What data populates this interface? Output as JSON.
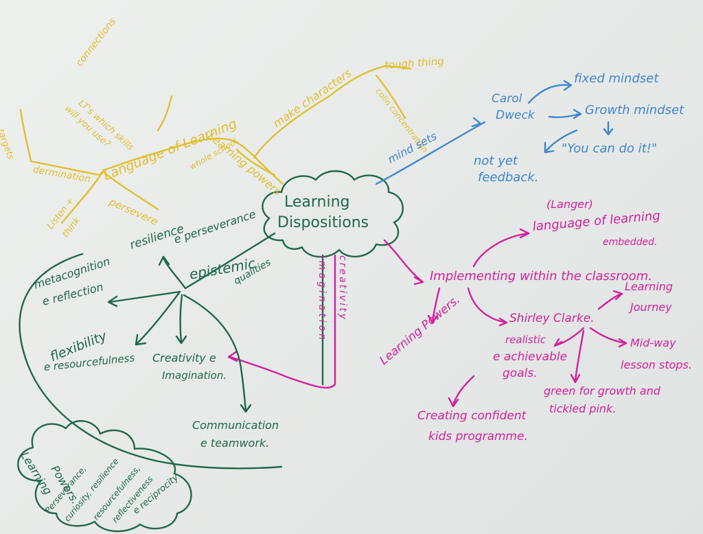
{
  "center": {
    "line1": "Learning",
    "line2": "Dispositions"
  },
  "yellow_branch": {
    "main": "Language of Learning",
    "learning_powers": "Learning powers",
    "whole_school": "whole school",
    "make_characters": "make characters",
    "tough_thing": "tough thing",
    "colin_concentration": "colin concentration",
    "connections": "connections",
    "which_skills_line1": "LT's which skills",
    "which_skills_line2": "will you use?",
    "targets": "targets",
    "determination": "dermination",
    "persevere": "persevere",
    "listen_think_line1": "Listen +",
    "listen_think_line2": "think"
  },
  "blue_branch": {
    "mindsets": "mind sets",
    "carol": "Carol",
    "dweck": "Dweck",
    "fixed": "fixed mindset",
    "growth": "Growth mindset",
    "you_can_do_it": "\"You can do it!\"",
    "not_yet": "not yet",
    "feedback": "feedback."
  },
  "magenta_branch": {
    "implementing": "Implementing within the classroom.",
    "langer": "(Langer)",
    "language_of_learning": "language of learning",
    "embedded": "embedded.",
    "learning_powers": "Learning Powers.",
    "shirley_clarke": "Shirley Clarke.",
    "learning_journey_1": "Learning",
    "learning_journey_2": "Journey",
    "realistic_1": "realistic",
    "realistic_2": "e achievable",
    "realistic_3": "goals.",
    "midway_1": "Mid-way",
    "midway_2": "lesson stops.",
    "green_1": "green for growth and",
    "green_2": "tickled pink.",
    "creating_1": "Creating confident",
    "creating_2": "kids programme."
  },
  "green_branch": {
    "epistemic": "epistemic",
    "qualities": "qualities",
    "resilience": "resilience",
    "perseverance": "e perseverance",
    "metacognition": "metacognition",
    "reflection": "e reflection",
    "flexibility": "flexibility",
    "resourcefulness": "e resourcefulness",
    "creativity_1": "Creativity e",
    "creativity_2": "Imagination.",
    "communication_1": "Communication",
    "communication_2": "e teamwork."
  },
  "stem": {
    "imagination": "imagination",
    "creativity": "creativity"
  },
  "cloud_note": {
    "line1": "Learning",
    "line2": "Powers.",
    "line3": "Perseverance,",
    "line4": "curiosity, resilience",
    "line5": "resourcefulness,",
    "line6": "reflectiveness",
    "line7": "e reciprocity"
  }
}
